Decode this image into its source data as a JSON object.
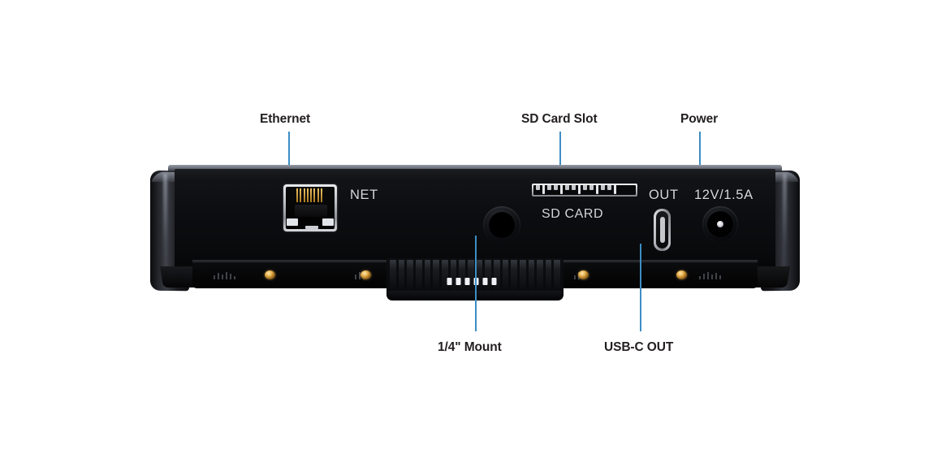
{
  "diagram": {
    "title": "Device rear panel port callout diagram",
    "background_color": "#ffffff",
    "leader_line_color": "#3d8ec4",
    "label_text_color": "#231f20"
  },
  "callouts": {
    "top": [
      {
        "id": "ethernet",
        "label": "Ethernet"
      },
      {
        "id": "sd-card-slot",
        "label": "SD Card Slot"
      },
      {
        "id": "power",
        "label": "Power"
      }
    ],
    "bottom": [
      {
        "id": "quarter-mount",
        "label": "1/4\" Mount"
      },
      {
        "id": "usb-c-out",
        "label": "USB-C OUT"
      }
    ]
  },
  "device": {
    "body_color": "#0a0b0d",
    "silkscreen": {
      "net": "NET",
      "sd_card": "SD CARD",
      "out": "OUT",
      "power_rating": "12V/1.5A"
    },
    "ports": [
      {
        "id": "rj45",
        "name": "ethernet-rj45-port",
        "silk": "NET"
      },
      {
        "id": "sd",
        "name": "sd-card-slot",
        "silk": "SD CARD"
      },
      {
        "id": "usbc",
        "name": "usb-c-port",
        "silk": "OUT"
      },
      {
        "id": "dc",
        "name": "dc-power-jack",
        "silk": "12V/1.5A"
      },
      {
        "id": "mount",
        "name": "quarter-inch-mount",
        "silk": ""
      }
    ],
    "screw_color": "#e8b352",
    "screw_count": 4
  }
}
